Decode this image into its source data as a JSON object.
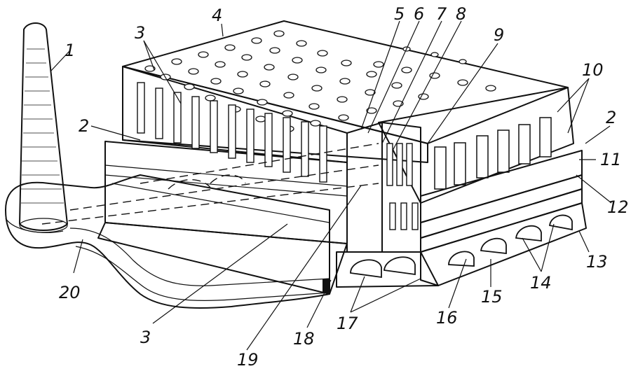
{
  "diagram": {
    "labels": [
      "1",
      "2",
      "3",
      "4",
      "5",
      "6",
      "7",
      "8",
      "9",
      "10",
      "2",
      "11",
      "12",
      "13",
      "14",
      "15",
      "16",
      "17",
      "18",
      "19",
      "3",
      "20"
    ]
  },
  "colors": {
    "ink": "#111111",
    "background": "#ffffff",
    "hatch": "#111111"
  }
}
